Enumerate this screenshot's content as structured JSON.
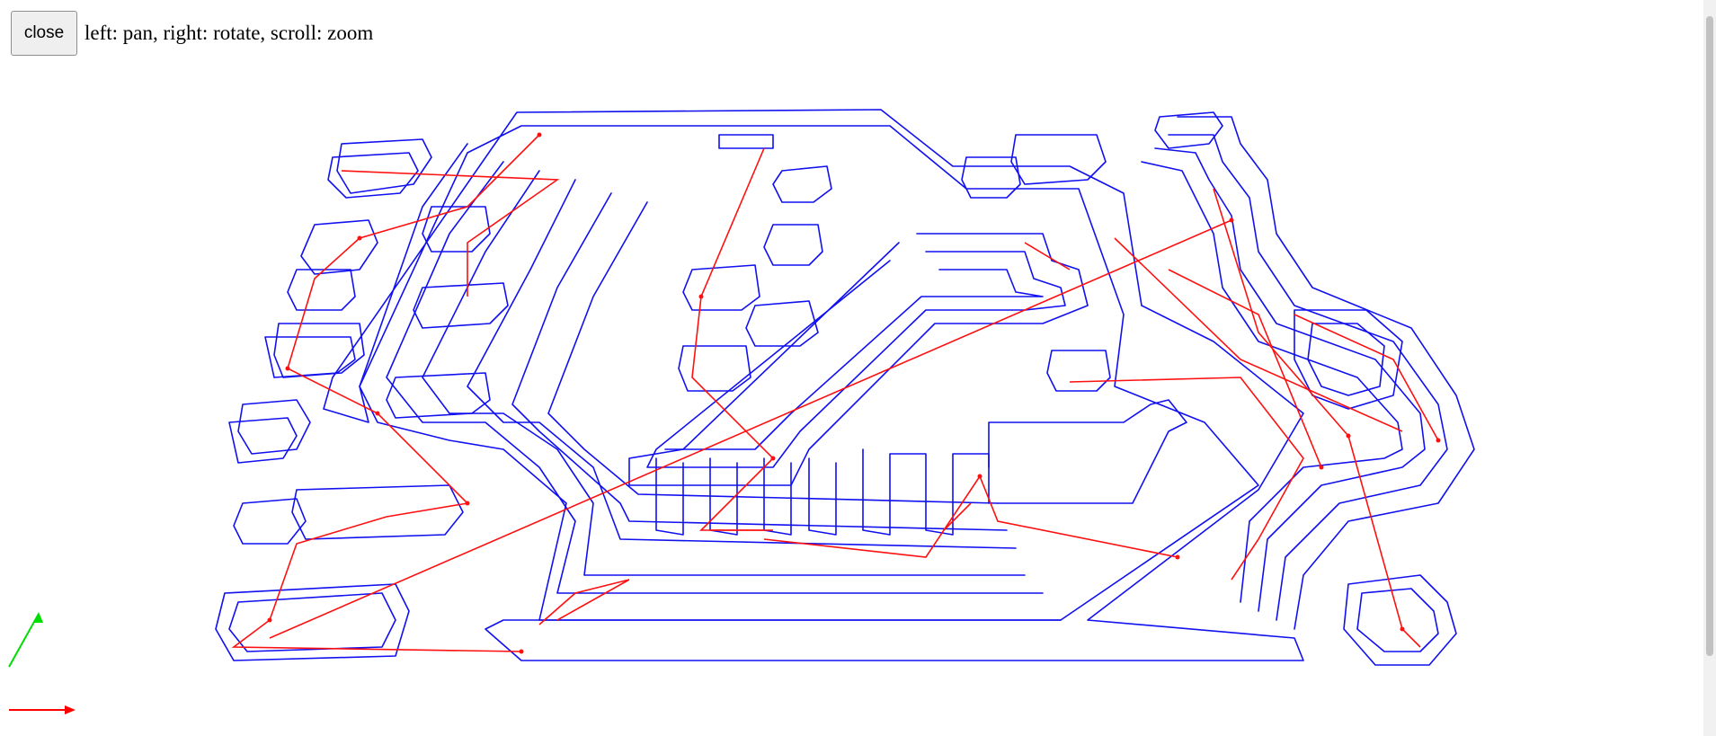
{
  "toolbar": {
    "close_label": "close",
    "hint": "left: pan, right: rotate, scroll: zoom"
  },
  "viewer": {
    "toolpath_color": "#1010f0",
    "travel_color": "#ff1010",
    "axis_x_color": "#ff0000",
    "axis_y_color": "#00dd00",
    "background": "#ffffff"
  },
  "icons": {
    "close": "close-button",
    "axes": "axes-gizmo-icon"
  }
}
